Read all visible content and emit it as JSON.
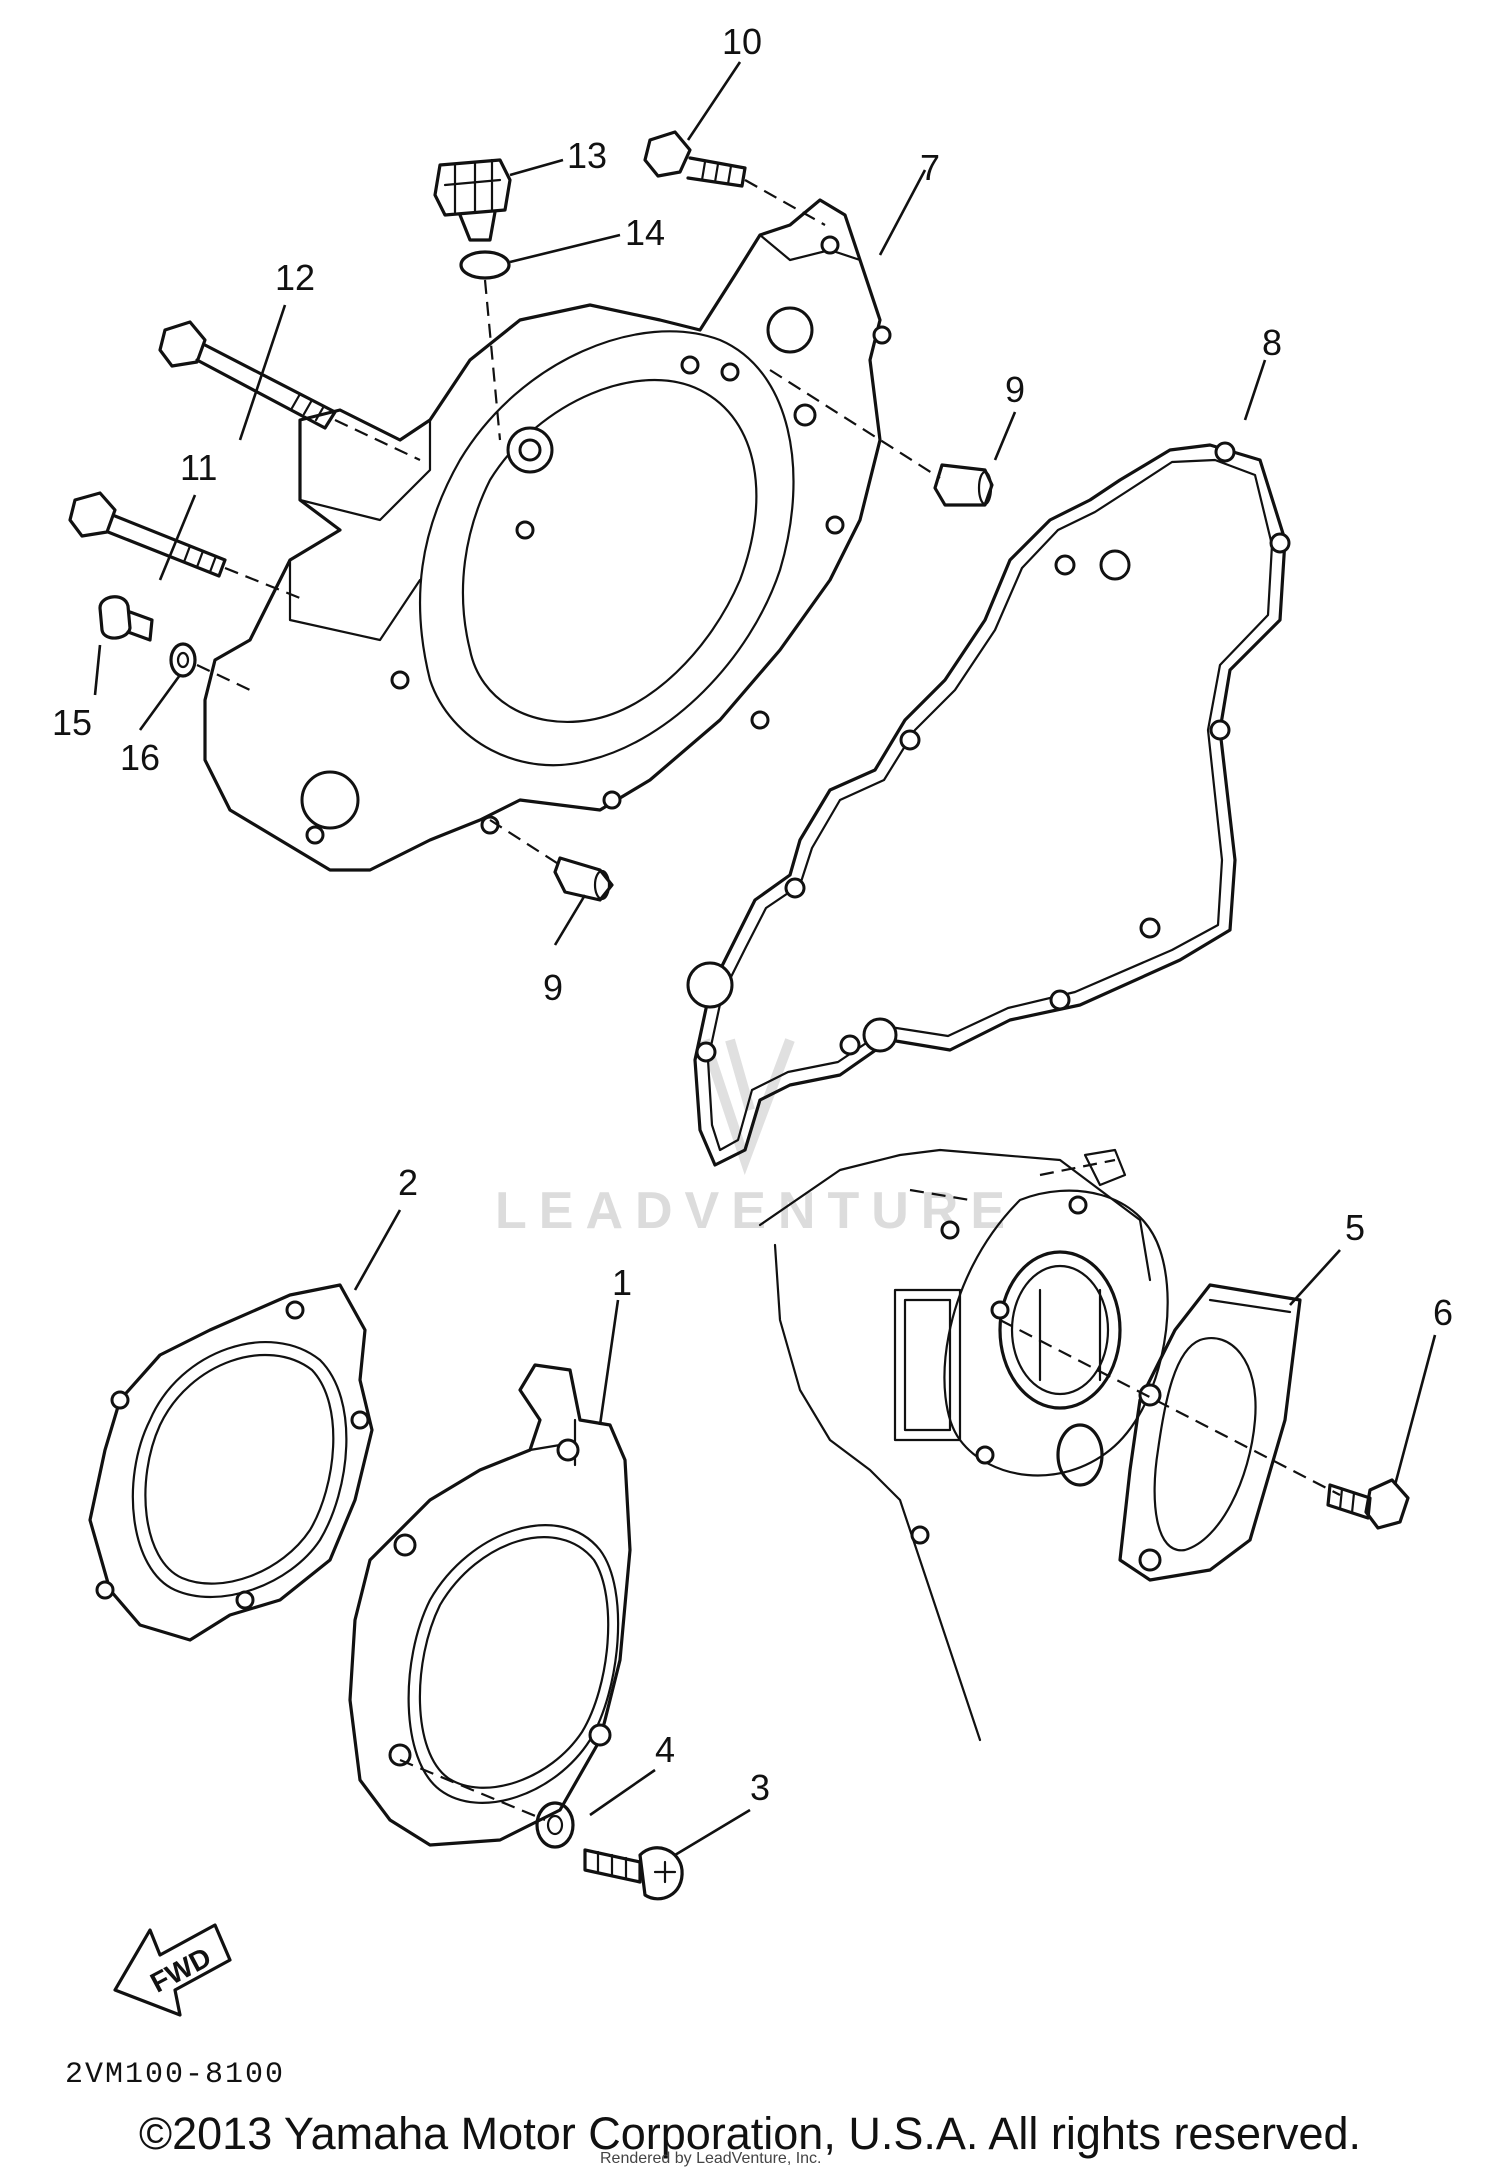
{
  "diagram": {
    "parts": [
      {
        "key": "p1",
        "number": "1"
      },
      {
        "key": "p2",
        "number": "2"
      },
      {
        "key": "p3",
        "number": "3"
      },
      {
        "key": "p4",
        "number": "4"
      },
      {
        "key": "p5",
        "number": "5"
      },
      {
        "key": "p6",
        "number": "6"
      },
      {
        "key": "p7",
        "number": "7"
      },
      {
        "key": "p8",
        "number": "8"
      },
      {
        "key": "p9a",
        "number": "9"
      },
      {
        "key": "p9b",
        "number": "9"
      },
      {
        "key": "p10",
        "number": "10"
      },
      {
        "key": "p11",
        "number": "11"
      },
      {
        "key": "p12",
        "number": "12"
      },
      {
        "key": "p13",
        "number": "13"
      },
      {
        "key": "p14",
        "number": "14"
      },
      {
        "key": "p15",
        "number": "15"
      },
      {
        "key": "p16",
        "number": "16"
      }
    ],
    "fwd_label": "FWD",
    "diagram_code": "2VM100-8100",
    "watermark": "LEADVENTURE"
  },
  "footer": {
    "copyright": "©2013 Yamaha Motor Corporation, U.S.A. All rights reserved.",
    "rendered_by": "Rendered by LeadVenture, Inc."
  }
}
